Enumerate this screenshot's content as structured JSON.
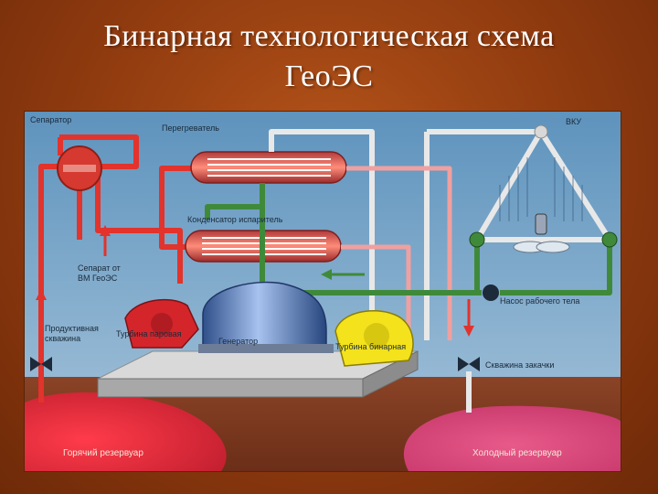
{
  "title": {
    "line1": "Бинарная технологическая  схема",
    "line2": "ГеоЭС"
  },
  "labels": {
    "separator": "Сепаратор",
    "superheater": "Перегреватель",
    "vku": "ВКУ",
    "condenser_evaporator": "Конденсатор испаритель",
    "separator_from": "Сепарат от",
    "separator_from_2": "ВМ ГеоЭС",
    "pump": "Насос рабочего тела",
    "production_well": "Продуктивная",
    "production_well_2": "скважина",
    "steam_turbine": "Турбина паровая",
    "generator": "Генератор",
    "binary_turbine": "Турбина бинарная",
    "injection_well": "Скважина закачки",
    "hot_reservoir": "Горячий резервуар",
    "cold_reservoir": "Холодный резервуар"
  },
  "colors": {
    "hot_pipe": "#e2332c",
    "cold_pipe": "#e8e8e8",
    "green_pipe": "#3f8a3a",
    "pink_pipe": "#f0a0a0",
    "generator": "#5f86c8",
    "turbine": "#f3e21c"
  }
}
